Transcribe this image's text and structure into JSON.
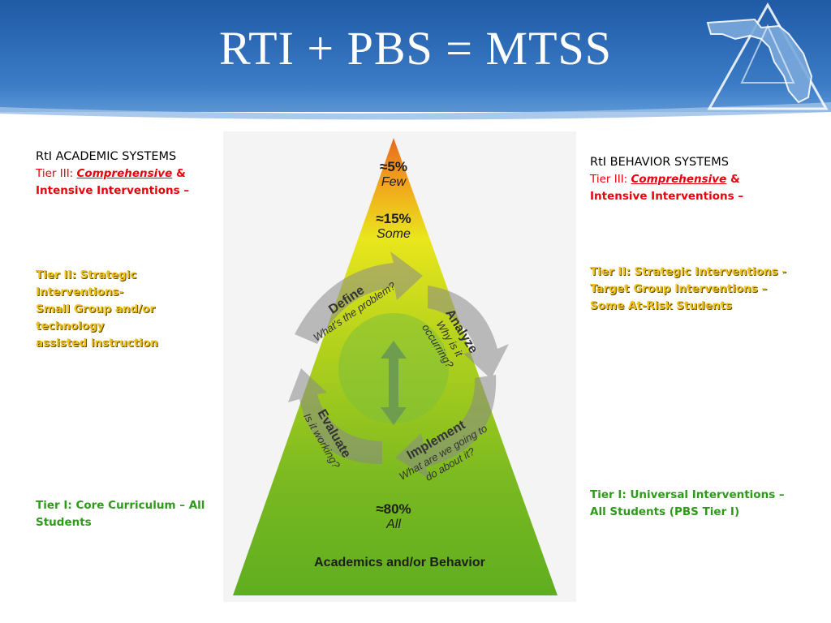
{
  "slide": {
    "title": "RTI + PBS = MTSS"
  },
  "colors": {
    "banner_blue": "#2e6ab3",
    "tier3_red": "#e8000d",
    "tier2_yellow": "#f3c21a",
    "tier1_green": "#2e9a19",
    "pyramid_top": "#e8791a",
    "pyramid_mid": "#d8e01a",
    "pyramid_base": "#6cb520"
  },
  "academic": {
    "heading": "RtI ACADEMIC SYSTEMS",
    "tier3_prefix": "Tier III: ",
    "tier3_emph": "Comprehensive",
    "tier3_amp": " &",
    "tier3_line2": "Intensive Interventions –",
    "tier2_line1": "Tier II: Strategic Interventions-",
    "tier2_line2": "Small Group and/or technology",
    "tier2_line3": "assisted instruction",
    "tier1_line1": "Tier I: Core Curriculum – All",
    "tier1_line2": "Students"
  },
  "behavior": {
    "heading": "RtI BEHAVIOR SYSTEMS",
    "tier3_prefix": "Tier III: ",
    "tier3_emph": "Comprehensive",
    "tier3_amp": " &",
    "tier3_line2": "Intensive Interventions –",
    "tier2_line1": "Tier II: Strategic Interventions -",
    "tier2_line2": "Target Group Interventions –",
    "tier2_line3": "Some At-Risk Students",
    "tier1_line1": "Tier I: Universal Interventions –",
    "tier1_line2": "All Students (PBS Tier I)"
  },
  "pyramid": {
    "tier_few_pct": "≈5%",
    "tier_few_label": "Few",
    "tier_some_pct": "≈15%",
    "tier_some_label": "Some",
    "tier_all_pct": "≈80%",
    "tier_all_label": "All",
    "base_label": "Academics and/or Behavior"
  },
  "cycle": {
    "define": "Define",
    "define_q": "What's the problem?",
    "analyze": "Analyze",
    "analyze_q1": "Why is it",
    "analyze_q2": "occurring?",
    "implement": "Implement",
    "implement_q1": "What are we going to",
    "implement_q2": "do about it?",
    "evaluate": "Evaluate",
    "evaluate_q": "Is it working?"
  },
  "icons": {
    "logo": "florida-triangle-logo-icon",
    "bidirectional_arrow": "double-arrow-icon"
  }
}
